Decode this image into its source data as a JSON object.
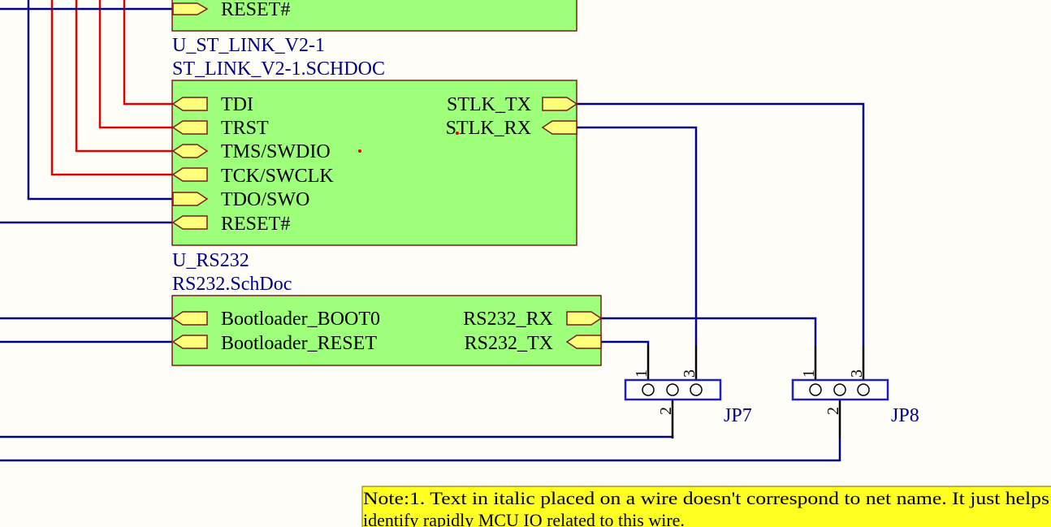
{
  "sheets": {
    "top": {
      "ports": [
        "RESET#"
      ]
    },
    "st_link": {
      "designator": "U_ST_LINK_V2-1",
      "filename": "ST_LINK_V2-1.SCHDOC",
      "left_ports": [
        "TDI",
        "TRST",
        "TMS/SWDIO",
        "TCK/SWCLK",
        "TDO/SWO",
        "RESET#"
      ],
      "right_ports": [
        "STLK_TX",
        "STLK_RX"
      ]
    },
    "rs232": {
      "designator": "U_RS232",
      "filename": "RS232.SchDoc",
      "left_ports": [
        "Bootloader_BOOT0",
        "Bootloader_RESET"
      ],
      "right_ports": [
        "RS232_RX",
        "RS232_TX"
      ]
    }
  },
  "jumpers": {
    "jp7": {
      "designator": "JP7",
      "pins": [
        "1",
        "2",
        "3"
      ]
    },
    "jp8": {
      "designator": "JP8",
      "pins": [
        "1",
        "2",
        "3"
      ]
    }
  },
  "note": {
    "line1": "Note:1. Text in italic placed on a wire doesn't correspond to net name. It just helps",
    "line2": "identify rapidly MCU IO related to this wire."
  },
  "colors": {
    "background": "#fffdf8",
    "sheet_fill": "#9eff7a",
    "sheet_border": "#7a1e1e",
    "port_fill": "#ffff7a",
    "wire_blue": "#000080",
    "wire_red": "#e00000",
    "jumper_outline": "#2020c0",
    "note_fill": "#ffff22"
  }
}
